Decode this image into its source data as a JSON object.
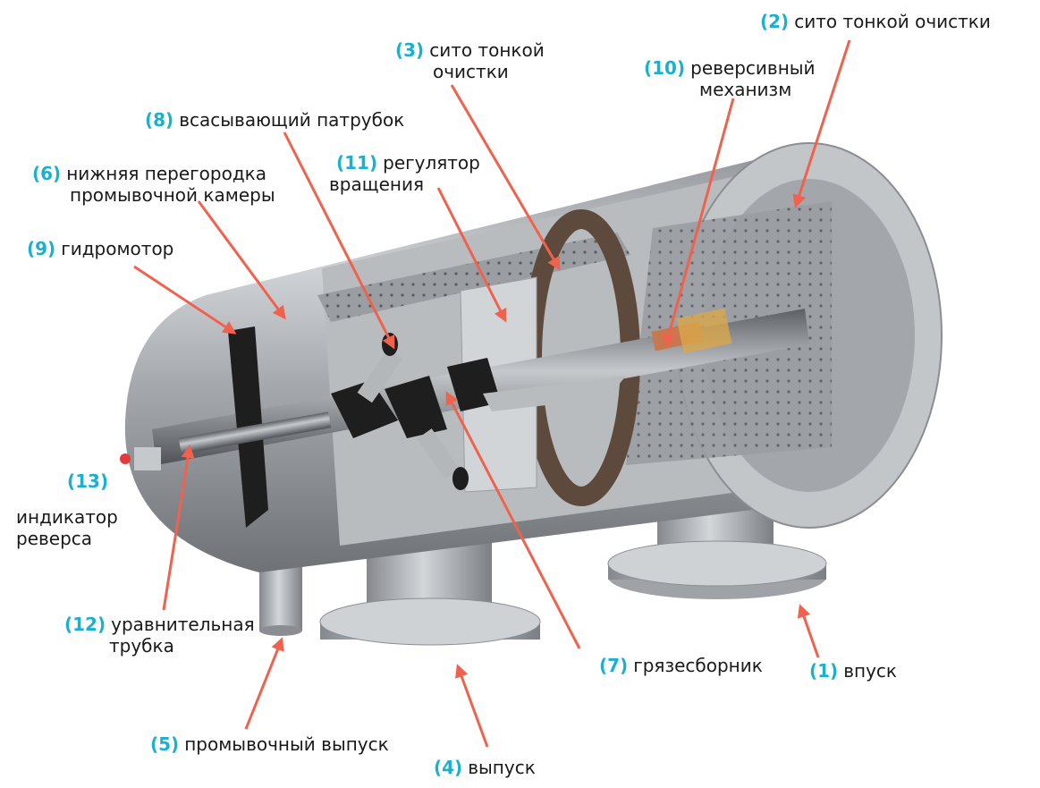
{
  "colors": {
    "number": "#1ab0cf",
    "arrow": "#f0624d",
    "text": "#1a1a1a"
  },
  "labels": {
    "l1": {
      "num": "(1)",
      "text": "впуск"
    },
    "l2": {
      "num": "(2)",
      "text": "сито тонкой очистки"
    },
    "l3": {
      "num": "(3)",
      "text": "сито тонкой",
      "text2": "очистки"
    },
    "l4": {
      "num": "(4)",
      "text": "выпуск"
    },
    "l5": {
      "num": "(5)",
      "text": "промывочный выпуск"
    },
    "l6": {
      "num": "(6)",
      "text": "нижняя перегородка",
      "text2": "промывочной камеры"
    },
    "l7": {
      "num": "(7)",
      "text": "грязесборник"
    },
    "l8": {
      "num": "(8)",
      "text": "всасывающий патрубок"
    },
    "l9": {
      "num": "(9)",
      "text": "гидромотор"
    },
    "l10": {
      "num": "(10)",
      "text": "реверсивный",
      "text2": "механизм"
    },
    "l11": {
      "num": "(11)",
      "text": "регулятор",
      "text2": "вращения"
    },
    "l12": {
      "num": "(12)",
      "text": "уравнительная",
      "text2": "трубка"
    },
    "l13": {
      "num": "(13)",
      "text": "индикатор",
      "text2": "реверса"
    }
  }
}
